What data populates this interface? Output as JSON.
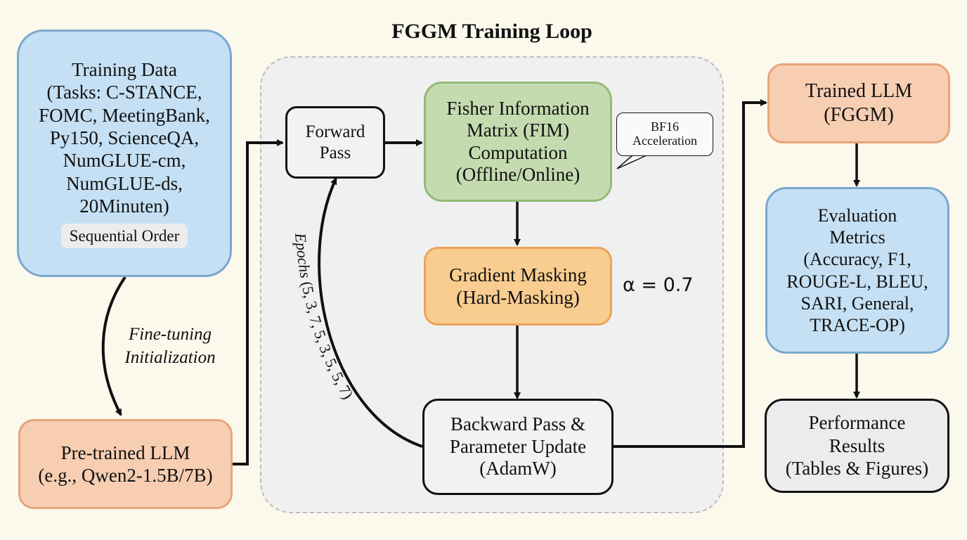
{
  "title": "FGGM Training Loop",
  "nodes": {
    "training_data": {
      "lines": [
        "Training Data",
        "(Tasks: C-STANCE,",
        "FOMC, MeetingBank,",
        "Py150, ScienceQA,",
        "NumGLUE-cm,",
        "NumGLUE-ds,",
        "20Minuten)"
      ],
      "tag": "Sequential Order"
    },
    "pretrained_llm": {
      "lines": [
        "Pre-trained LLM",
        "(e.g., Qwen2-1.5B/7B)"
      ]
    },
    "forward_pass": {
      "lines": [
        "Forward",
        "Pass"
      ]
    },
    "fim": {
      "lines": [
        "Fisher Information",
        "Matrix (FIM)",
        "Computation",
        "(Offline/Online)"
      ]
    },
    "gradient_masking": {
      "lines": [
        "Gradient Masking",
        "(Hard-Masking)"
      ]
    },
    "backward_pass": {
      "lines": [
        "Backward Pass &",
        "Parameter Update",
        "(AdamW)"
      ]
    },
    "trained_llm": {
      "lines": [
        "Trained LLM",
        "(FGGM)"
      ]
    },
    "evaluation": {
      "lines": [
        "Evaluation",
        "Metrics",
        "(Accuracy, F1,",
        "ROUGE-L, BLEU,",
        "SARI, General,",
        "TRACE-OP)"
      ]
    },
    "performance": {
      "lines": [
        "Performance",
        "Results",
        "(Tables & Figures)"
      ]
    }
  },
  "annotations": {
    "bf16": [
      "BF16",
      "Acceleration"
    ],
    "alpha": "α = 0.7",
    "finetuning": [
      "Fine-tuning",
      "Initialization"
    ],
    "epochs_label": "Epochs",
    "epochs_values": "(5, 3, 7, 5, 3, 5, 5, 7)"
  },
  "colors": {
    "background": "#fbf8ec",
    "loop_region": "#f0f0f0",
    "blue_fill": "#c5e0f4",
    "peach_fill": "#f7ceb2",
    "green_fill": "#c4dbb0",
    "orange_fill": "#f9cc8f",
    "arrow": "#111111"
  }
}
